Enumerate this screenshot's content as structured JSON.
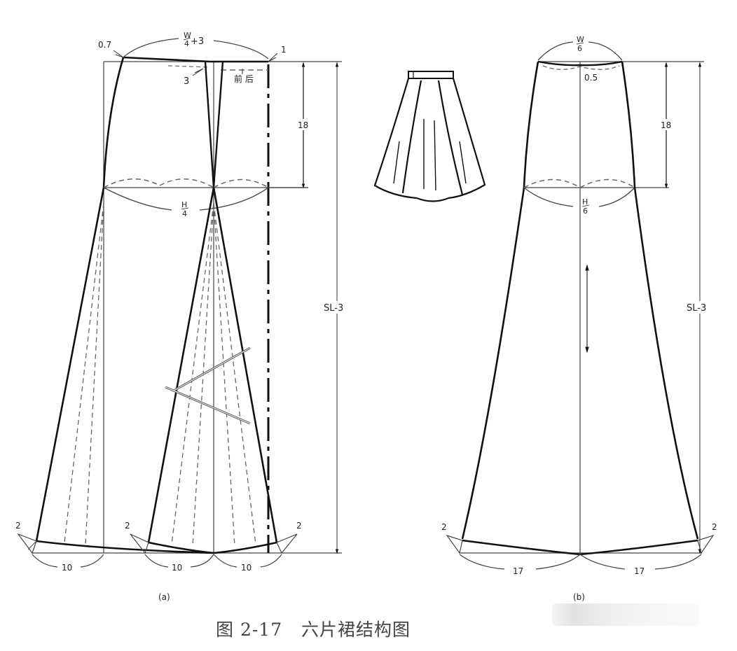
{
  "figure": {
    "caption": "图 2-17   六片裙结构图",
    "caption_number": "图 2-17",
    "caption_title": "六片裙结构图"
  },
  "panel_a": {
    "label": "(a)",
    "waist_formula_num": "W",
    "waist_formula_den": "4",
    "waist_formula_suffix": "+3",
    "side_raise": "0.7",
    "center_raise": "1",
    "dart_value": "3",
    "front_back_label": "前 后",
    "hip_depth": "18",
    "hip_formula_num": "H",
    "hip_formula_den": "4",
    "skirt_length": "SL-3",
    "hem_flare_left": "2",
    "hem_flare_mid": "2",
    "hem_flare_right": "2",
    "hem_widths": [
      "10",
      "10",
      "10"
    ]
  },
  "panel_b": {
    "label": "(b)",
    "waist_formula_num": "W",
    "waist_formula_den": "6",
    "center_drop": "0.5",
    "hip_depth": "18",
    "hip_formula_num": "H",
    "hip_formula_den": "6",
    "skirt_length": "SL-3",
    "hem_flare_left": "2",
    "hem_flare_right": "2",
    "hem_widths": [
      "17",
      "17"
    ],
    "grainline": "vertical-double-arrow"
  },
  "illustration": {
    "description": "six-panel flared skirt sketch"
  },
  "colors": {
    "line": "#111111",
    "thin_line": "#555555",
    "dash": "#666666",
    "caption": "#444444",
    "background": "#ffffff"
  }
}
